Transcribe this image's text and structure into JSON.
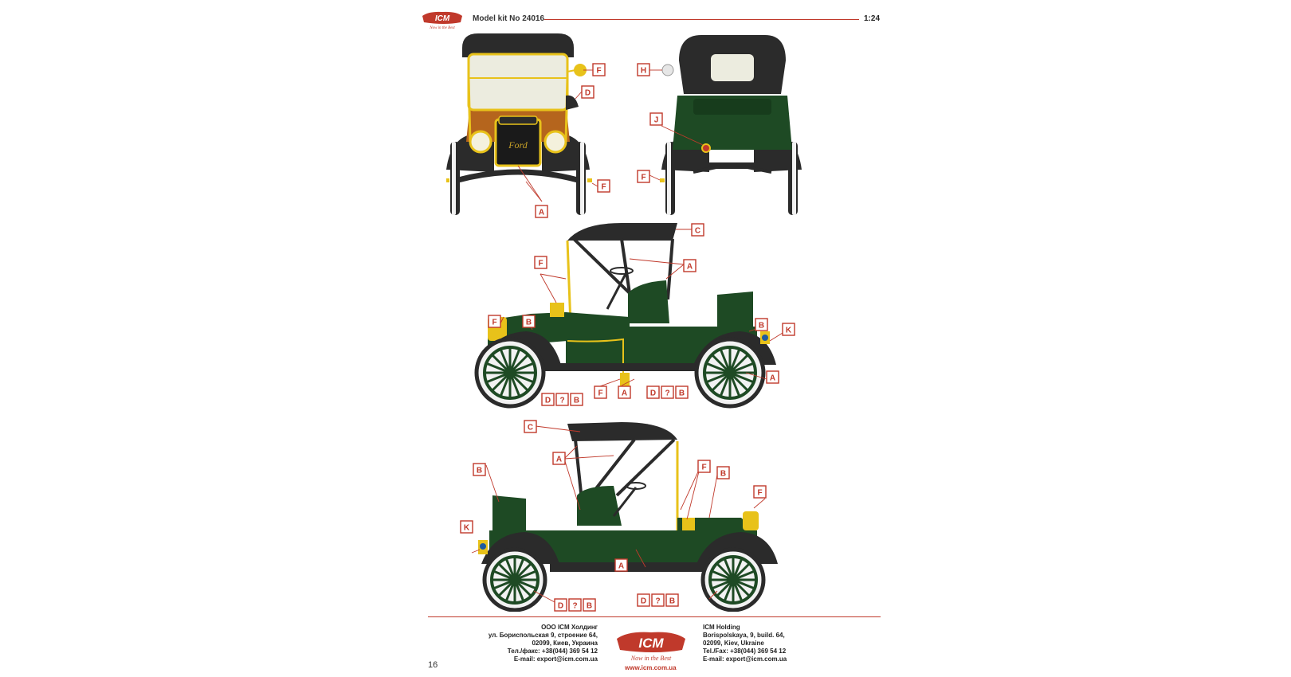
{
  "header": {
    "brand": "ICM",
    "slogan": "Now in the Best",
    "title": "Model kit No 24016",
    "scale": "1:24"
  },
  "labels": [
    "A",
    "B",
    "C",
    "D",
    "F",
    "H",
    "J",
    "K",
    "?"
  ],
  "colors": {
    "accent": "#c0392b",
    "body_green": "#1e4a24",
    "top_black": "#2b2b2b",
    "brass": "#e8c21a",
    "wood": "#b5651d",
    "tire": "#f2f2f2"
  },
  "footer": {
    "left_lines": [
      "ООО ICM Холдинг",
      "ул. Бориспольская 9, строение 64,",
      "02099, Киев, Украина",
      "Тел./факс: +38(044) 369 54 12",
      "E-mail: export@icm.com.ua"
    ],
    "right_lines": [
      "ICM Holding",
      "Borispolskaya, 9, build. 64,",
      "02099, Kiev, Ukraine",
      "Tel./Fax: +38(044) 369 54 12",
      "E-mail: export@icm.com.ua"
    ],
    "brand": "ICM",
    "slogan": "Now in the Best",
    "url": "www.icm.com.ua",
    "page_number": "16"
  }
}
